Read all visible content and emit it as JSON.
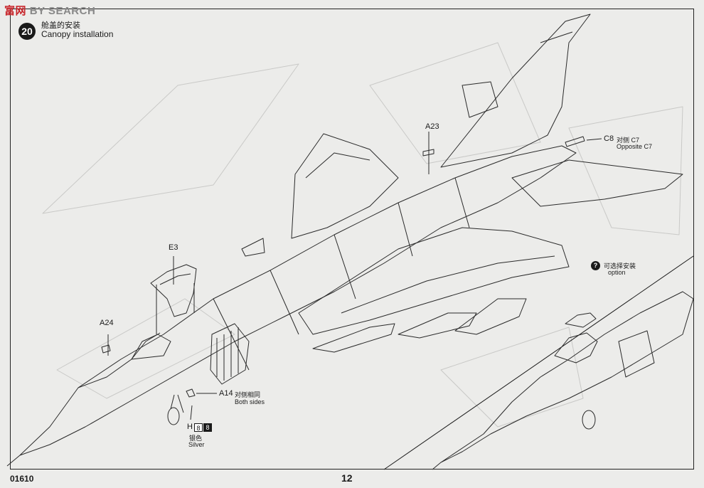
{
  "watermark": {
    "brand_cn": "富",
    "brand_net": "网",
    "search": "BY SEARCH"
  },
  "step": {
    "number": "20",
    "title_cn": "舱盖的安装",
    "title_en": "Canopy installation"
  },
  "parts": {
    "e3": "E3",
    "a23": "A23",
    "a24": "A24",
    "c8": "C8",
    "c8_note_cn": "对侧 C7",
    "c8_note_en": "Opposite C7",
    "a14": "A14",
    "a14_note_cn": "对侧相同",
    "a14_note_en": "Both sides",
    "h": "H"
  },
  "paint": {
    "code1": "8",
    "code2": "8",
    "name_cn": "银色",
    "name_en": "Silver"
  },
  "option": {
    "icon": "?",
    "label_cn": "可选择安装",
    "label_en": "option"
  },
  "footer": {
    "kit_number": "01610",
    "page_number": "12"
  },
  "colors": {
    "ink": "#1a1a1a",
    "paper": "#ececea",
    "watermark_red": "#c8262b"
  }
}
